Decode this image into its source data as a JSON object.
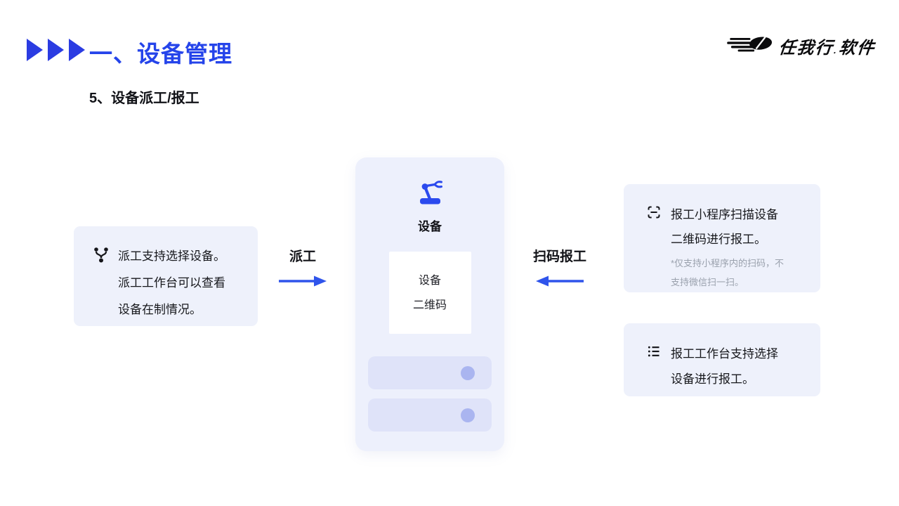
{
  "colors": {
    "accent_blue": "#2544ea",
    "arrow_blue": "#2f54eb",
    "panel_bg": "#eef1fb",
    "card_bg": "#edf0fc",
    "bar_bg": "#dfe3f9",
    "bar_dot": "#aab5f0",
    "note_gray": "#9aa1ad"
  },
  "header": {
    "title": "一、设备管理",
    "subtitle": "5、设备派工/报工"
  },
  "logo": {
    "brand": "任我行",
    "dot": ".",
    "suffix": "软件",
    "icon": "speed-swoosh-icon"
  },
  "dispatch_panel": {
    "icon": "branch-split-icon",
    "lines": [
      "派工支持选择设备。",
      "派工工作台可以查看",
      "设备在制情况。"
    ]
  },
  "flows": {
    "dispatch": {
      "label": "派工",
      "direction": "right"
    },
    "scan_report": {
      "label": "扫码报工",
      "direction": "left"
    }
  },
  "machine_card": {
    "icon": "robot-arm-icon",
    "label": "设备",
    "qr_box": {
      "lines": [
        "设备",
        "二维码"
      ]
    },
    "placeholder_rows": 2
  },
  "scan_panel": {
    "icon": "scan-icon",
    "lines": [
      "报工小程序扫描设备",
      "二维码进行报工。"
    ],
    "note_lines": [
      "*仅支持小程序内的扫码，不",
      "支持微信扫一扫。"
    ]
  },
  "workbench_panel": {
    "icon": "list-icon",
    "lines": [
      "报工工作台支持选择",
      "设备进行报工。"
    ]
  }
}
